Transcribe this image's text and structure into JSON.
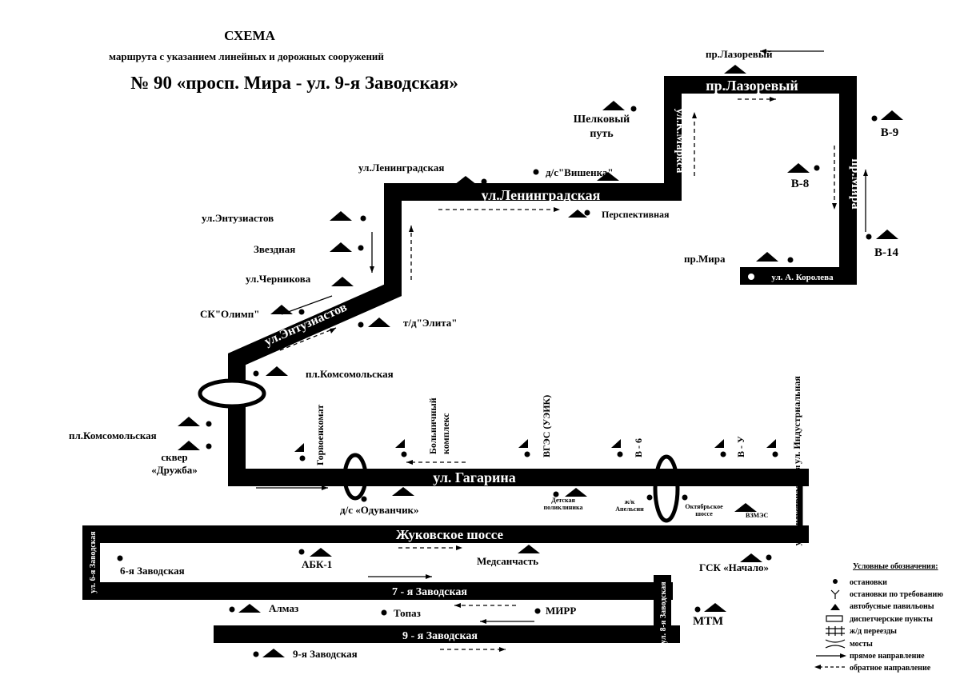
{
  "header": {
    "title": "СХЕМА",
    "subtitle": "маршрута с указанием линейных и дорожных сооружений",
    "route": "№ 90 «просп. Мира - ул. 9-я Заводская»"
  },
  "streets": {
    "lazorevy": "пр.Лазоревый",
    "marksa": "ул.К.Маркса",
    "mira": "пр.Мира",
    "koroleva": "ул. А. Королева",
    "leningradskaya": "ул.Ленинградская",
    "entuziastov": "ул.Энтузиастов",
    "gagarina": "ул. Гагарина",
    "industrialnaya": "ул. Индустриальная",
    "zhukovskoe": "Жуковское шоссе",
    "zavodskaya6": "ул. 6-я Заводская",
    "zavodskaya7": "7 - я Заводская",
    "zavodskaya8": "ул. 8-я Заводская",
    "zavodskaya9": "9 - я Заводская"
  },
  "stops": {
    "lazorevy": "пр.Лазоревый",
    "shelkovy1": "Шелковый",
    "shelkovy2": "путь",
    "v9": "В-9",
    "v8": "В-8",
    "v14": "В-14",
    "prmira": "пр.Мира",
    "leningradskaya": "ул.Ленинградская",
    "vishenka": "д/с\"Вишенка\"",
    "perspektivnaya": "Перспективная",
    "entuziastov": "ул.Энтузиастов",
    "zvezdnaya": "Звездная",
    "chernikova": "ул.Черникова",
    "olimp": "СК\"Олимп\"",
    "elita": "т/д\"Элита\"",
    "komsomolskaya_n": "пл.Комсомольская",
    "komsomolskaya_s": "пл.Комсомольская",
    "skver1": "сквер",
    "skver2": "«Дружба»",
    "gorvoenkomat": "Горвоенкомат",
    "bolnichny1": "Больничный",
    "bolnichny2": "комплекс",
    "vges": "ВГЭС (УЭИК)",
    "v6": "В - 6",
    "vu": "В - У",
    "industrialnaya": "ул. Индустриальная",
    "oduvanchik": "д/с «Одуванчик»",
    "poliklinika1": "Детская",
    "poliklinika2": "поликлиника",
    "apelsin1": "ж/к",
    "apelsin2": "Апельсин",
    "oktyabrskoe1": "Октябрьское",
    "oktyabrskoe2": "шоссе",
    "vzmez": "ВЗМЭС",
    "zavodskaya6": "6-я Заводская",
    "abk1": "АБК-1",
    "medsanchast": "Медсанчасть",
    "gsk": "ГСК «Начало»",
    "almaz": "Алмаз",
    "topaz": "Топаз",
    "mirr": "МИРР",
    "mtm": "МТМ",
    "zavodskaya9": "9-я Заводская"
  },
  "legend": {
    "title": "Условные обозначения:",
    "items": [
      "остановки",
      "остановки по требованию",
      "автобусные павильоны",
      "диспетчерские пункты",
      "ж/д переезды",
      "мосты",
      "прямое направление",
      "обратное направление"
    ]
  }
}
